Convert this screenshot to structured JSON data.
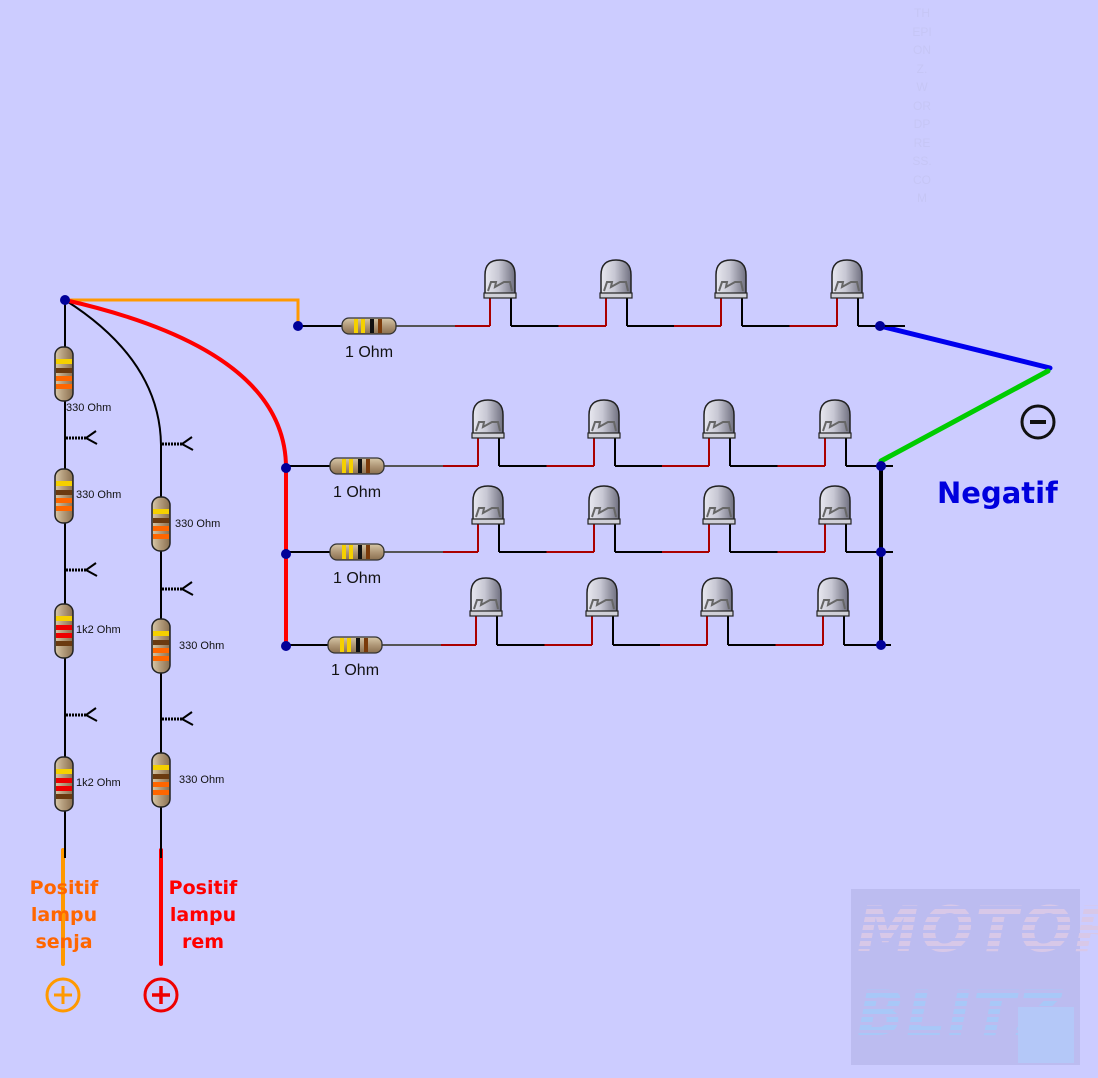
{
  "title": "Rangkaian LED lampu senja dan lampu rem",
  "watermark_text": "THEPIONZ.WORDPRESS.COM",
  "colors": {
    "background": "#ccccff",
    "wire_senja": "#ff9900",
    "wire_rem": "#ff0000",
    "wire_negative_top": "#0000ee",
    "wire_negative_bottom": "#00cc00",
    "node": "#000099",
    "led_anode_lead": "#aa0000"
  },
  "left_ladder": {
    "resistors": [
      {
        "label": "330 Ohm",
        "bands": [
          "#f5d000",
          "#6b3a10",
          "#ff6600",
          "#ff6600"
        ]
      },
      {
        "label": "330 Ohm",
        "bands": [
          "#f5d000",
          "#6b3a10",
          "#ff6600",
          "#ff6600"
        ]
      },
      {
        "label": "1k2 Ohm",
        "bands": [
          "#f5d000",
          "#ee0000",
          "#ee0000",
          "#6b3a10"
        ]
      },
      {
        "label": "1k2 Ohm",
        "bands": [
          "#f5d000",
          "#ee0000",
          "#ee0000",
          "#6b3a10"
        ]
      }
    ]
  },
  "right_ladder": {
    "resistors": [
      {
        "label": "330 Ohm",
        "bands": [
          "#f5d000",
          "#6b3a10",
          "#ff6600",
          "#ff6600"
        ]
      },
      {
        "label": "330 Ohm",
        "bands": [
          "#f5d000",
          "#6b3a10",
          "#ff6600",
          "#ff6600"
        ]
      },
      {
        "label": "330 Ohm",
        "bands": [
          "#f5d000",
          "#6b3a10",
          "#ff6600",
          "#ff6600"
        ]
      }
    ]
  },
  "led_rows": [
    {
      "resistor_label": "1 Ohm",
      "led_count": 4,
      "feed": "senja"
    },
    {
      "resistor_label": "1 Ohm",
      "led_count": 4,
      "feed": "rem"
    },
    {
      "resistor_label": "1 Ohm",
      "led_count": 4,
      "feed": "rem"
    },
    {
      "resistor_label": "1 Ohm",
      "led_count": 4,
      "feed": "rem"
    }
  ],
  "labels": {
    "positive_senja": [
      "Positif",
      "lampu",
      "senja"
    ],
    "positive_rem": [
      "Positif",
      "lampu",
      "rem"
    ],
    "negative": "Negatif",
    "plus_symbol": "+",
    "minus_symbol": "−"
  },
  "logo": {
    "line1": "MOTOR",
    "line2": "BLITZ"
  }
}
